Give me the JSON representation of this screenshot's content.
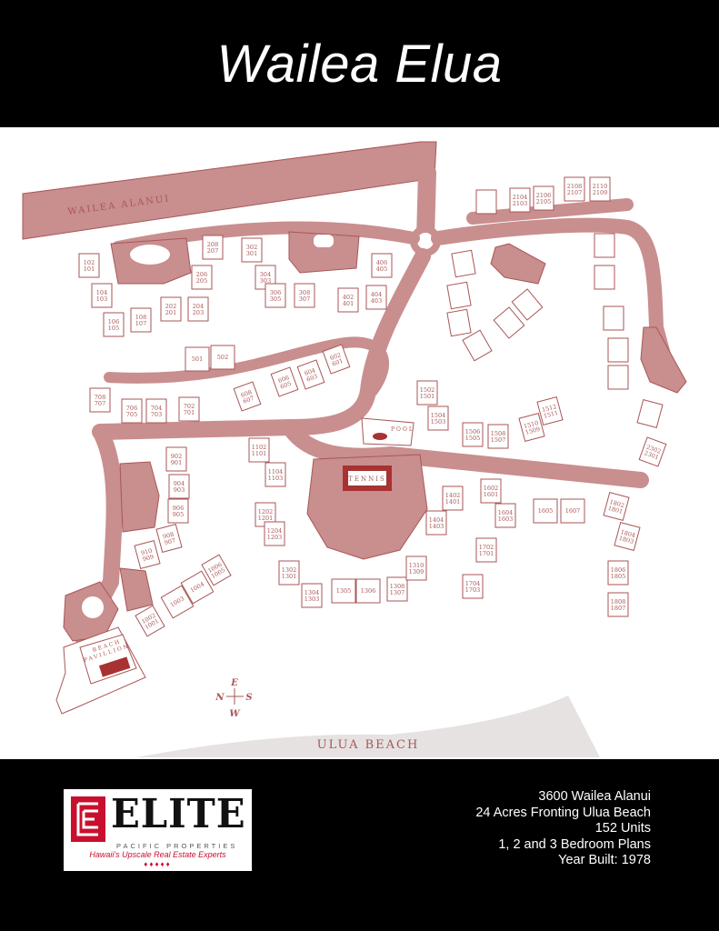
{
  "header": {
    "title": "Wailea Elua"
  },
  "map": {
    "street_label": "WAILEA ALANUI",
    "pool_label": "POOL",
    "tennis_label": "TENNIS",
    "pavilion_label_1": "BEACH",
    "pavilion_label_2": "PAVILLION",
    "beach_label": "ULUA BEACH",
    "compass": {
      "north": "N",
      "east": "E",
      "south": "S",
      "west": "W"
    },
    "colors": {
      "road": "#c98e8e",
      "outline": "#a95656",
      "court": "#a83232"
    },
    "units": [
      {
        "upper": "102",
        "lower": "101"
      },
      {
        "upper": "104",
        "lower": "103"
      },
      {
        "upper": "106",
        "lower": "105"
      },
      {
        "upper": "108",
        "lower": "107"
      },
      {
        "upper": "202",
        "lower": "201"
      },
      {
        "upper": "204",
        "lower": "203"
      },
      {
        "upper": "206",
        "lower": "205"
      },
      {
        "upper": "208",
        "lower": "207"
      },
      {
        "upper": "302",
        "lower": "301"
      },
      {
        "upper": "304",
        "lower": "303"
      },
      {
        "upper": "306",
        "lower": "305"
      },
      {
        "upper": "308",
        "lower": "307"
      },
      {
        "upper": "402",
        "lower": "401"
      },
      {
        "upper": "404",
        "lower": "403"
      },
      {
        "upper": "406",
        "lower": "405"
      },
      {
        "upper": "501",
        "lower": ""
      },
      {
        "upper": "502",
        "lower": ""
      },
      {
        "upper": "602",
        "lower": "601"
      },
      {
        "upper": "604",
        "lower": "603"
      },
      {
        "upper": "606",
        "lower": "605"
      },
      {
        "upper": "608",
        "lower": "607"
      },
      {
        "upper": "702",
        "lower": "701"
      },
      {
        "upper": "704",
        "lower": "703"
      },
      {
        "upper": "706",
        "lower": "705"
      },
      {
        "upper": "708",
        "lower": "707"
      },
      {
        "upper": "902",
        "lower": "901"
      },
      {
        "upper": "904",
        "lower": "903"
      },
      {
        "upper": "906",
        "lower": "905"
      },
      {
        "upper": "908",
        "lower": "907"
      },
      {
        "upper": "910",
        "lower": "909"
      },
      {
        "upper": "1002",
        "lower": "1001"
      },
      {
        "upper": "1003",
        "lower": ""
      },
      {
        "upper": "1004",
        "lower": ""
      },
      {
        "upper": "1006",
        "lower": "1005"
      },
      {
        "upper": "1102",
        "lower": "1101"
      },
      {
        "upper": "1104",
        "lower": "1103"
      },
      {
        "upper": "1202",
        "lower": "1201"
      },
      {
        "upper": "1204",
        "lower": "1203"
      },
      {
        "upper": "1302",
        "lower": "1301"
      },
      {
        "upper": "1304",
        "lower": "1303"
      },
      {
        "upper": "1305",
        "lower": ""
      },
      {
        "upper": "1306",
        "lower": ""
      },
      {
        "upper": "1308",
        "lower": "1307"
      },
      {
        "upper": "1310",
        "lower": "1309"
      },
      {
        "upper": "1402",
        "lower": "1401"
      },
      {
        "upper": "1404",
        "lower": "1403"
      },
      {
        "upper": "1502",
        "lower": "1501"
      },
      {
        "upper": "1504",
        "lower": "1503"
      },
      {
        "upper": "1506",
        "lower": "1505"
      },
      {
        "upper": "1508",
        "lower": "1507"
      },
      {
        "upper": "1510",
        "lower": "1509"
      },
      {
        "upper": "1512",
        "lower": "1511"
      },
      {
        "upper": "1602",
        "lower": "1601"
      },
      {
        "upper": "1604",
        "lower": "1603"
      },
      {
        "upper": "1605",
        "lower": ""
      },
      {
        "upper": "1607",
        "lower": ""
      },
      {
        "upper": "1702",
        "lower": "1701"
      },
      {
        "upper": "1704",
        "lower": "1703"
      },
      {
        "upper": "1802",
        "lower": "1801"
      },
      {
        "upper": "1804",
        "lower": "1803"
      },
      {
        "upper": "1806",
        "lower": "1805"
      },
      {
        "upper": "1808",
        "lower": "1807"
      },
      {
        "upper": "2104",
        "lower": "2103"
      },
      {
        "upper": "2106",
        "lower": "2105"
      },
      {
        "upper": "2108",
        "lower": "2107"
      },
      {
        "upper": "2110",
        "lower": "2109"
      },
      {
        "upper": "2302",
        "lower": "2301"
      }
    ]
  },
  "footer": {
    "logo": {
      "word": "ELITE",
      "subtitle": "PACIFIC PROPERTIES",
      "tagline": "Hawaii's Upscale Real Estate Experts",
      "dots": "♦♦♦♦♦"
    },
    "info": [
      "3600 Wailea Alanui",
      "24 Acres Fronting Ulua Beach",
      "152 Units",
      "1, 2 and 3 Bedroom Plans",
      "Year Built: 1978"
    ]
  }
}
